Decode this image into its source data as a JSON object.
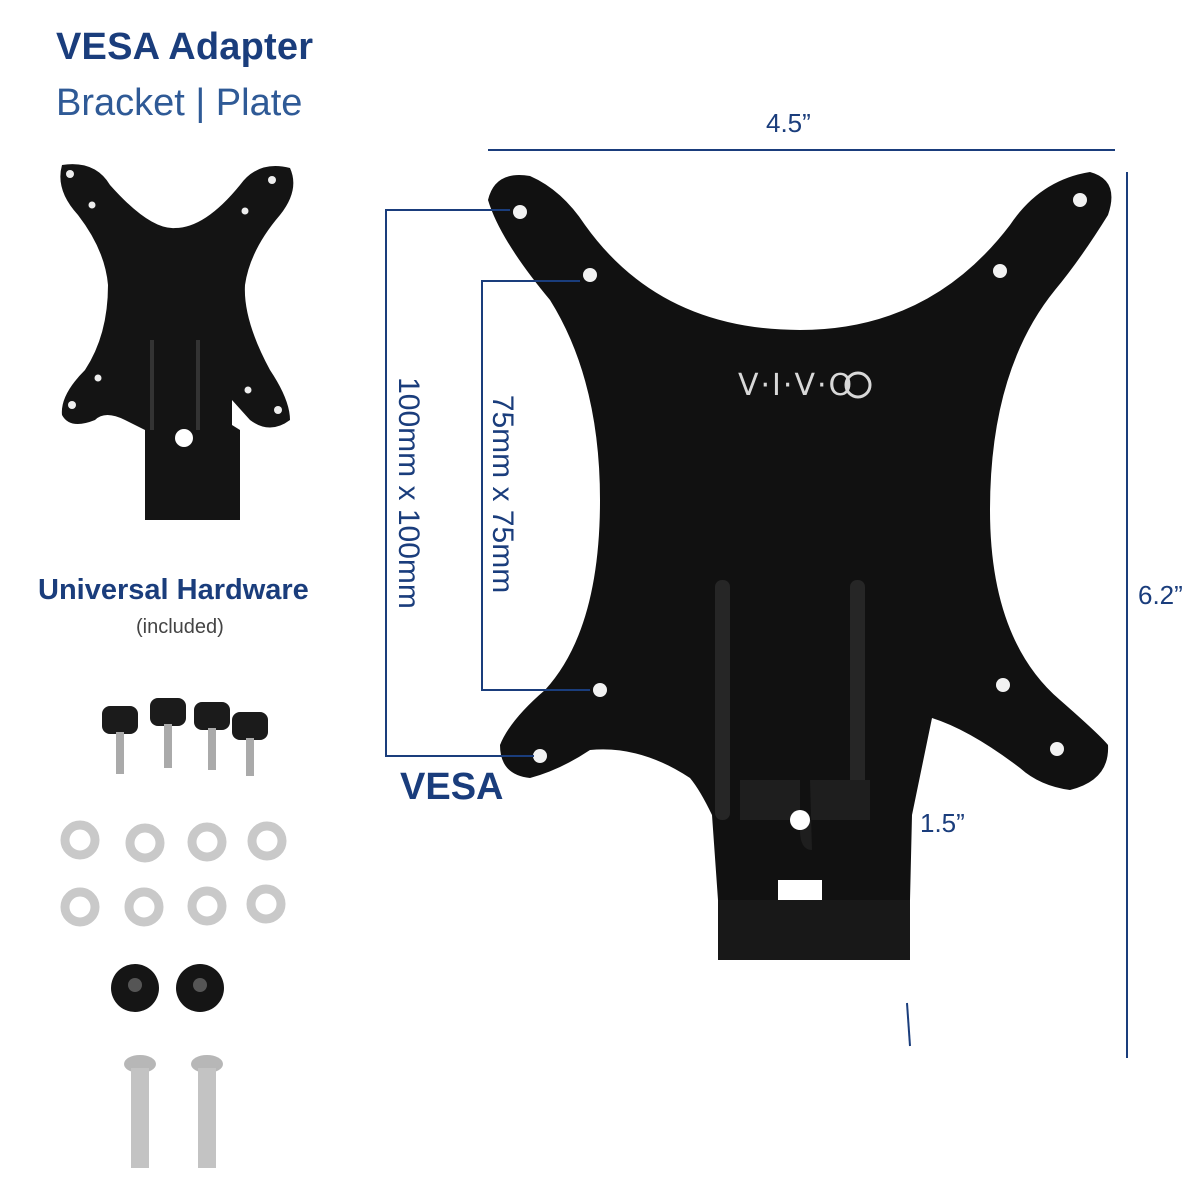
{
  "header": {
    "title": "VESA Adapter",
    "subtitle": "Bracket | Plate"
  },
  "hardware": {
    "title": "Universal Hardware",
    "subtitle": "(included)"
  },
  "dimensions": {
    "width": "4.5”",
    "height": "6.2”",
    "depth": "1.5”",
    "pattern_large": "100mm x 100mm",
    "pattern_small": "75mm x 75mm",
    "vesa": "VESA"
  },
  "plate": {
    "logo": "V·I·V·O"
  },
  "colors": {
    "accent": "#1a3d7c",
    "plate": "#111111"
  }
}
